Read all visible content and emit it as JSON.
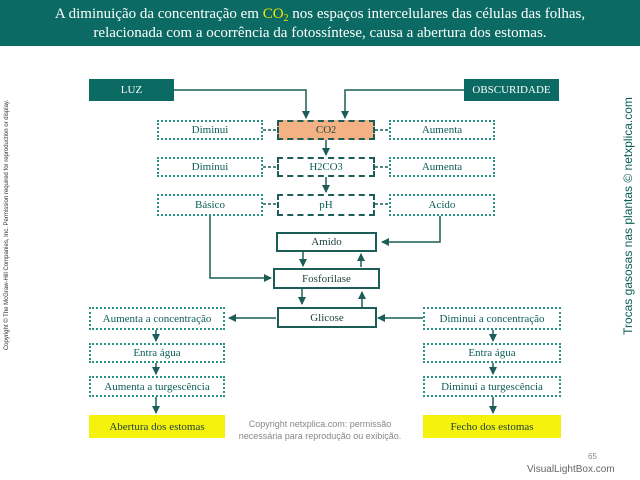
{
  "title": {
    "pre": "A diminuição da concentração em ",
    "co2_main": "CO",
    "co2_sub": "2",
    "post": " nos espaços intercelulares das células das folhas,",
    "line2": "relacionada com a ocorrência da fotossíntese, causa a abertura dos estomas."
  },
  "diagram": {
    "luz": "LUZ",
    "obscuridade": "OBSCURIDADE",
    "diminui_1": "Diminui",
    "co2": {
      "main": "CO",
      "sub": "2"
    },
    "aumenta_1": "Aumenta",
    "diminui_2": "Diminui",
    "h2co3": {
      "a": "H",
      "b": "2",
      "c": "CO",
      "d": "3"
    },
    "aumenta_2": "Aumenta",
    "basico": "Básico",
    "ph": "pH",
    "acido": "Acido",
    "amido": "Amido",
    "fosforilase": "Fosforilase",
    "glicose": "Glicose",
    "left_chain": [
      "Aumenta a concentração",
      "Entra água",
      "Aumenta a turgescência",
      "Abertura dos estomas"
    ],
    "right_chain": [
      "Diminui a concentração",
      "Entra água",
      "Diminui a turgescência",
      "Fecho dos estomas"
    ]
  },
  "side_copyright": "Copyright © The McGraw-Hill Companies, Inc. Permission required for reproduction or display.",
  "side_credit": "Trocas gasosas nas plantas © netxplica.com",
  "footer": {
    "line1": "Copyright netxplica.com: permissão",
    "line2": "necessária para reprodução ou exibição."
  },
  "page_number": "65",
  "watermark": "VisualLightBox.com",
  "colors": {
    "header": "#0b6a63",
    "highlight": "#f4b183",
    "result": "#f5f20e",
    "line": "#1c5e57"
  }
}
